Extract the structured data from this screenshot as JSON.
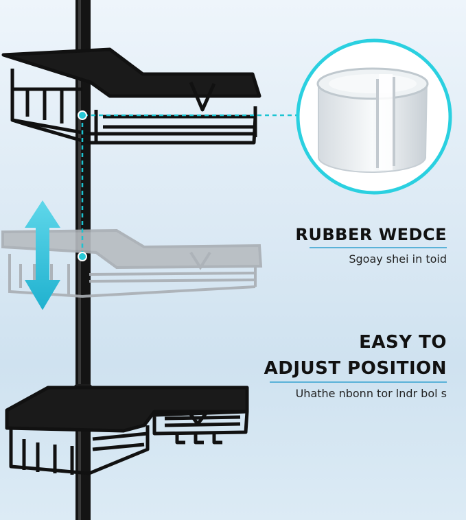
{
  "features": [
    {
      "title": "RUBBER WEDCE",
      "subtitle": "Sgoay shei in toid"
    },
    {
      "title_line1": "EASY TO",
      "title_line2": "ADJUST POSITION",
      "subtitle": "Uhathe nbonn tor lndr bol s"
    }
  ],
  "colors": {
    "pole": "#111111",
    "accent": "#27c8d6",
    "arrow": "#33c4dd",
    "ghost": "#a9aeb3"
  },
  "icons": [
    "double-arrow-icon",
    "rubber-wedge-icon"
  ]
}
